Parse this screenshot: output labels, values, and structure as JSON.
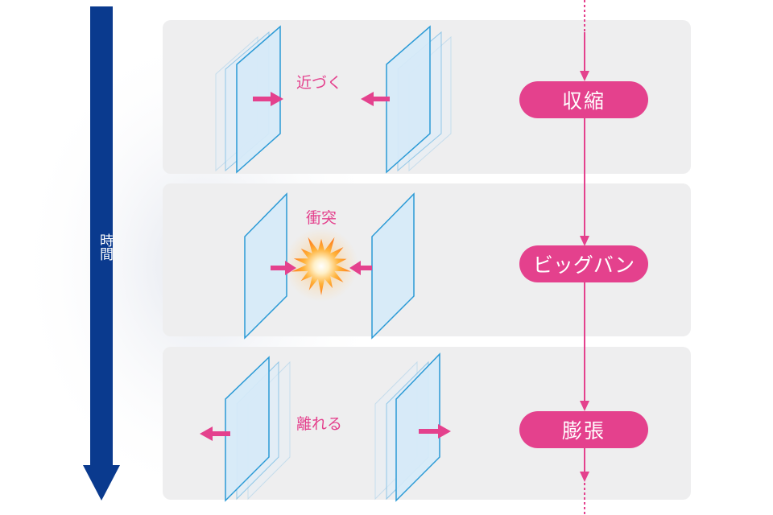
{
  "time_axis": {
    "label": "時間"
  },
  "stages": [
    {
      "annotation": "近づく",
      "phase": "収縮"
    },
    {
      "annotation": "衝突",
      "phase": "ビッグバン"
    },
    {
      "annotation": "離れる",
      "phase": "膨張"
    }
  ],
  "colors": {
    "timeline_arrow": "#0a3a8e",
    "accent_pink": "#e4418d",
    "panel_bg": "#eeeeef",
    "plane_fill": "#d6eaf8",
    "plane_edge": "#2a9ad6"
  }
}
